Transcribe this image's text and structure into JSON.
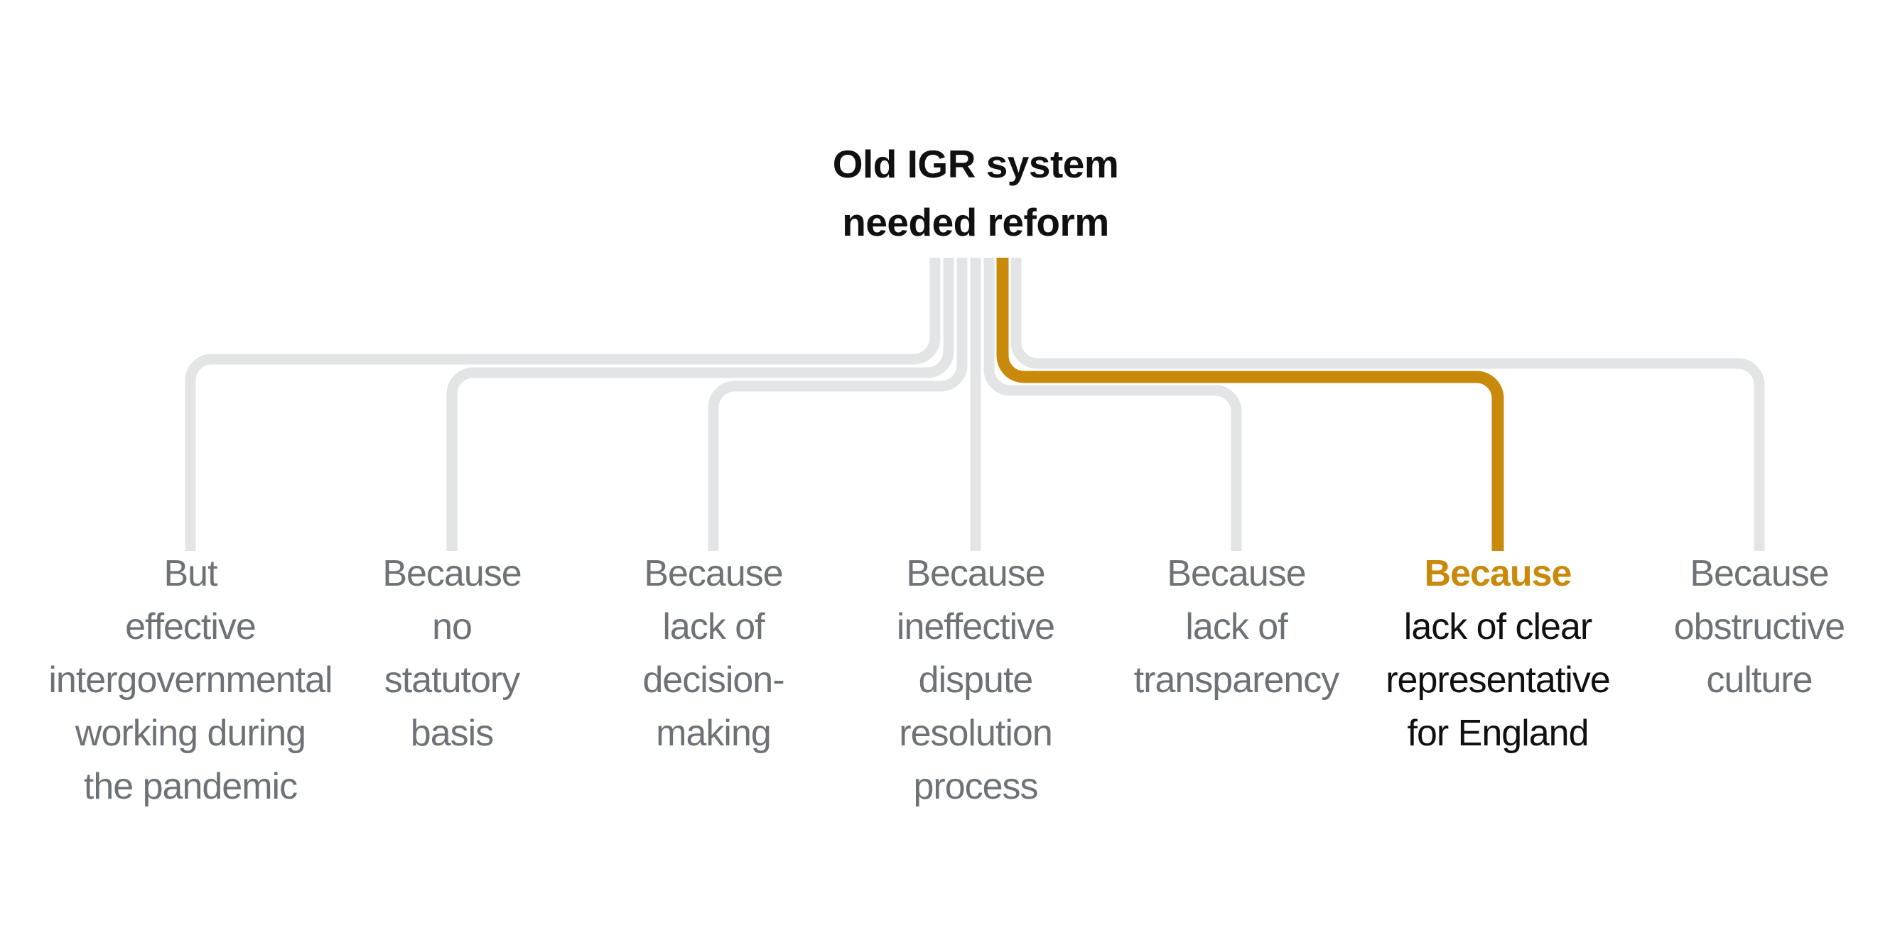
{
  "title": {
    "line1": "Old IGR system",
    "line2": "needed reform"
  },
  "colors": {
    "background": "#ffffff",
    "line_gray": "#e3e4e6",
    "accent_orange": "#c9890b",
    "text_gray": "#6e7276",
    "text_black": "#101010"
  },
  "children": [
    {
      "lead": "But",
      "rest": "effective\nintergovernmental\nworking during\nthe pandemic",
      "highlighted": false
    },
    {
      "lead": "Because",
      "rest": "no\nstatutory\nbasis",
      "highlighted": false
    },
    {
      "lead": "Because",
      "rest": "lack of\ndecision-\nmaking",
      "highlighted": false
    },
    {
      "lead": "Because",
      "rest": "ineffective\ndispute\nresolution\nprocess",
      "highlighted": false
    },
    {
      "lead": "Because",
      "rest": "lack of\ntransparency",
      "highlighted": false
    },
    {
      "lead": "Because",
      "rest": "lack of clear\nrepresentative\nfor England",
      "highlighted": true
    },
    {
      "lead": "Because",
      "rest": "obstructive\nculture",
      "highlighted": false
    }
  ]
}
